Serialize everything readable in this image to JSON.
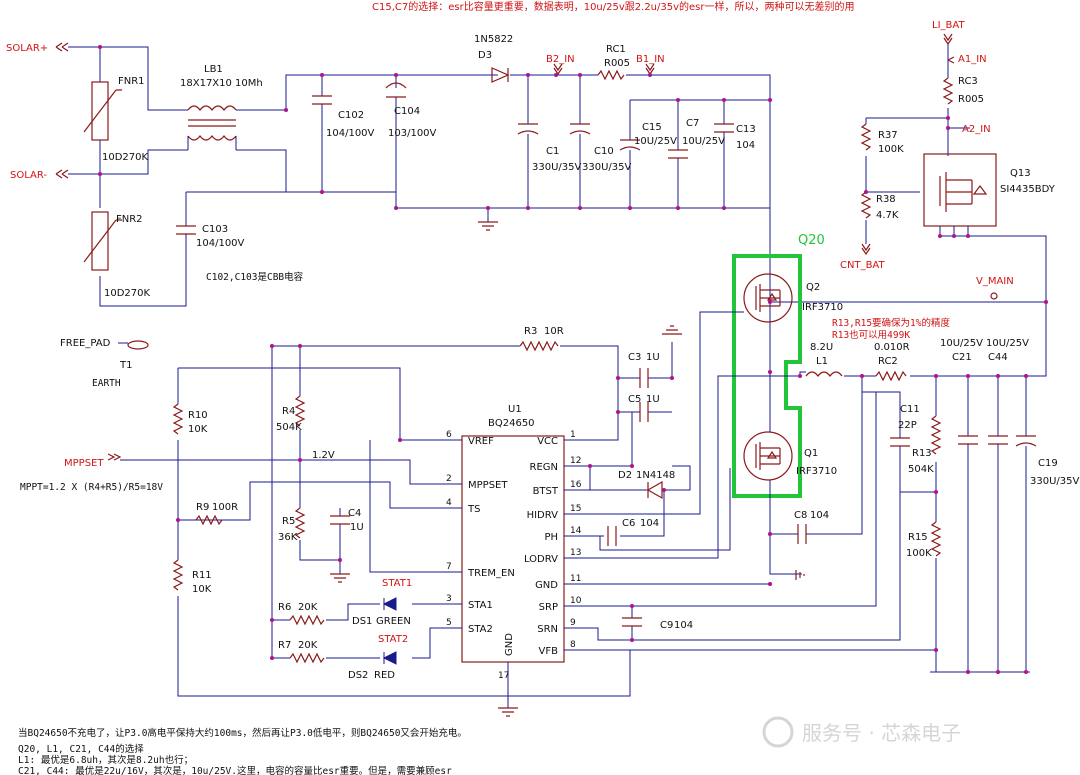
{
  "header_note": "C15,C7的选择：esr比容量更重要，数据表明，10u/25v跟2.2u/35v的esr一样，所以，两种可以无差别的用",
  "nets": {
    "solar_pos": "SOLAR+",
    "solar_neg": "SOLAR-",
    "free_pad": "FREE_PAD",
    "mppset": "MPPSET",
    "b2_in": "B2_IN",
    "b1_in": "B1_IN",
    "li_bat": "LI_BAT",
    "a1_in": "A1_IN",
    "a2_in": "A2_IN",
    "cnt_bat": "CNT_BAT",
    "v_main": "V_MAIN",
    "earth": "EARTH",
    "vref_voltage": "1.2V"
  },
  "components": {
    "fnr1": {
      "ref": "FNR1",
      "value": "10D270K"
    },
    "fnr2": {
      "ref": "FNR2",
      "value": "10D270K"
    },
    "lb1": {
      "ref": "LB1",
      "value": "18X17X10 10Mh"
    },
    "c102": {
      "ref": "C102",
      "value": "104/100V"
    },
    "c104": {
      "ref": "C104",
      "value": "103/100V"
    },
    "c103": {
      "ref": "C103",
      "value": "104/100V"
    },
    "d3": {
      "ref": "D3",
      "value": "1N5822"
    },
    "rc1": {
      "ref": "RC1",
      "value": "R005"
    },
    "c1": {
      "ref": "C1",
      "value": "330U/35V"
    },
    "c10": {
      "ref": "C10",
      "value": "330U/35V"
    },
    "c15": {
      "ref": "C15",
      "value": "10U/25V"
    },
    "c7": {
      "ref": "C7",
      "value": "10U/25V"
    },
    "c13": {
      "ref": "C13",
      "value": "104"
    },
    "rc3": {
      "ref": "RC3",
      "value": "R005"
    },
    "r37": {
      "ref": "R37",
      "value": "100K"
    },
    "r38": {
      "ref": "R38",
      "value": "4.7K"
    },
    "q13": {
      "ref": "Q13",
      "value": "SI4435BDY"
    },
    "q2": {
      "ref": "Q2",
      "value": "IRF3710"
    },
    "q1": {
      "ref": "Q1",
      "value": "IRF3710"
    },
    "t1": {
      "ref": "T1"
    },
    "r3": {
      "ref": "R3",
      "value": "10R"
    },
    "r4": {
      "ref": "R4",
      "value": "504K"
    },
    "r10": {
      "ref": "R10",
      "value": "10K"
    },
    "r11": {
      "ref": "R11",
      "value": "10K"
    },
    "r9": {
      "ref": "R9",
      "value": "100R"
    },
    "r5": {
      "ref": "R5",
      "value": "36K"
    },
    "c4": {
      "ref": "C4",
      "value": "1U"
    },
    "c3": {
      "ref": "C3",
      "value": "1U"
    },
    "c5": {
      "ref": "C5",
      "value": "1U"
    },
    "d2": {
      "ref": "D2",
      "value": "1N4148"
    },
    "c6": {
      "ref": "C6",
      "value": "104"
    },
    "c8": {
      "ref": "C8",
      "value": "104"
    },
    "c9": {
      "ref": "C9",
      "value": "104"
    },
    "l1": {
      "ref": "L1",
      "value": "8.2U"
    },
    "rc2": {
      "ref": "RC2",
      "value": "0.010R"
    },
    "c11": {
      "ref": "C11",
      "value": "22P"
    },
    "r13": {
      "ref": "R13",
      "value": "504K"
    },
    "r15": {
      "ref": "R15",
      "value": "100K"
    },
    "c21": {
      "ref": "C21",
      "value": "10U/25V"
    },
    "c44": {
      "ref": "C44",
      "value": "10U/25V"
    },
    "c19": {
      "ref": "C19",
      "value": "330U/35V"
    },
    "r6": {
      "ref": "R6",
      "value": "20K"
    },
    "r7": {
      "ref": "R7",
      "value": "20K"
    },
    "ds1": {
      "ref": "DS1",
      "value": "GREEN",
      "label": "STAT1"
    },
    "ds2": {
      "ref": "DS2",
      "value": "RED",
      "label": "STAT2"
    }
  },
  "u1": {
    "ref": "U1",
    "part": "BQ24650",
    "left_pins": [
      {
        "num": "6",
        "name": "VREF"
      },
      {
        "num": "2",
        "name": "MPPSET"
      },
      {
        "num": "4",
        "name": "TS"
      },
      {
        "num": "7",
        "name": "TREM_EN"
      },
      {
        "num": "3",
        "name": "STA1"
      },
      {
        "num": "5",
        "name": "STA2"
      }
    ],
    "right_pins": [
      {
        "num": "1",
        "name": "VCC"
      },
      {
        "num": "12",
        "name": "REGN"
      },
      {
        "num": "16",
        "name": "BTST"
      },
      {
        "num": "15",
        "name": "HIDRV"
      },
      {
        "num": "14",
        "name": "PH"
      },
      {
        "num": "13",
        "name": "LODRV"
      },
      {
        "num": "11",
        "name": "GND"
      },
      {
        "num": "10",
        "name": "SRP"
      },
      {
        "num": "9",
        "name": "SRN"
      },
      {
        "num": "8",
        "name": "VFB"
      }
    ],
    "bottom_pin": {
      "num": "17",
      "name": "GND"
    }
  },
  "highlight_label": "Q20",
  "notes": {
    "cbb": "C102,C103是CBB电容",
    "mppt": "MPPT=1.2 X (R4+R5)/R5=18V",
    "r13_line1": "R13,R15要确保为1%的精度",
    "r13_line2": "R13也可以用499K",
    "bottom1": "当BQ24650不充电了，让P3.0高电平保持大约100ms，然后再让P3.0低电平，则BQ24650又会开始充电。",
    "bottom2": "Q20, L1, C21, C44的选择",
    "bottom3": "L1: 最优是6.8uh，其次是8.2uh也行；",
    "bottom4": "C21, C44: 最优是22u/16V，其次是，10u/25V.这里，电容的容量比esr重要。但是，需要兼顾esr"
  },
  "watermark": "服务号 · 芯森电子",
  "colors": {
    "wire": "#1a1a8c",
    "component": "#8b1a1a",
    "junction": "#b0128a",
    "highlight": "#22c43a",
    "note_red": "#d01414"
  }
}
